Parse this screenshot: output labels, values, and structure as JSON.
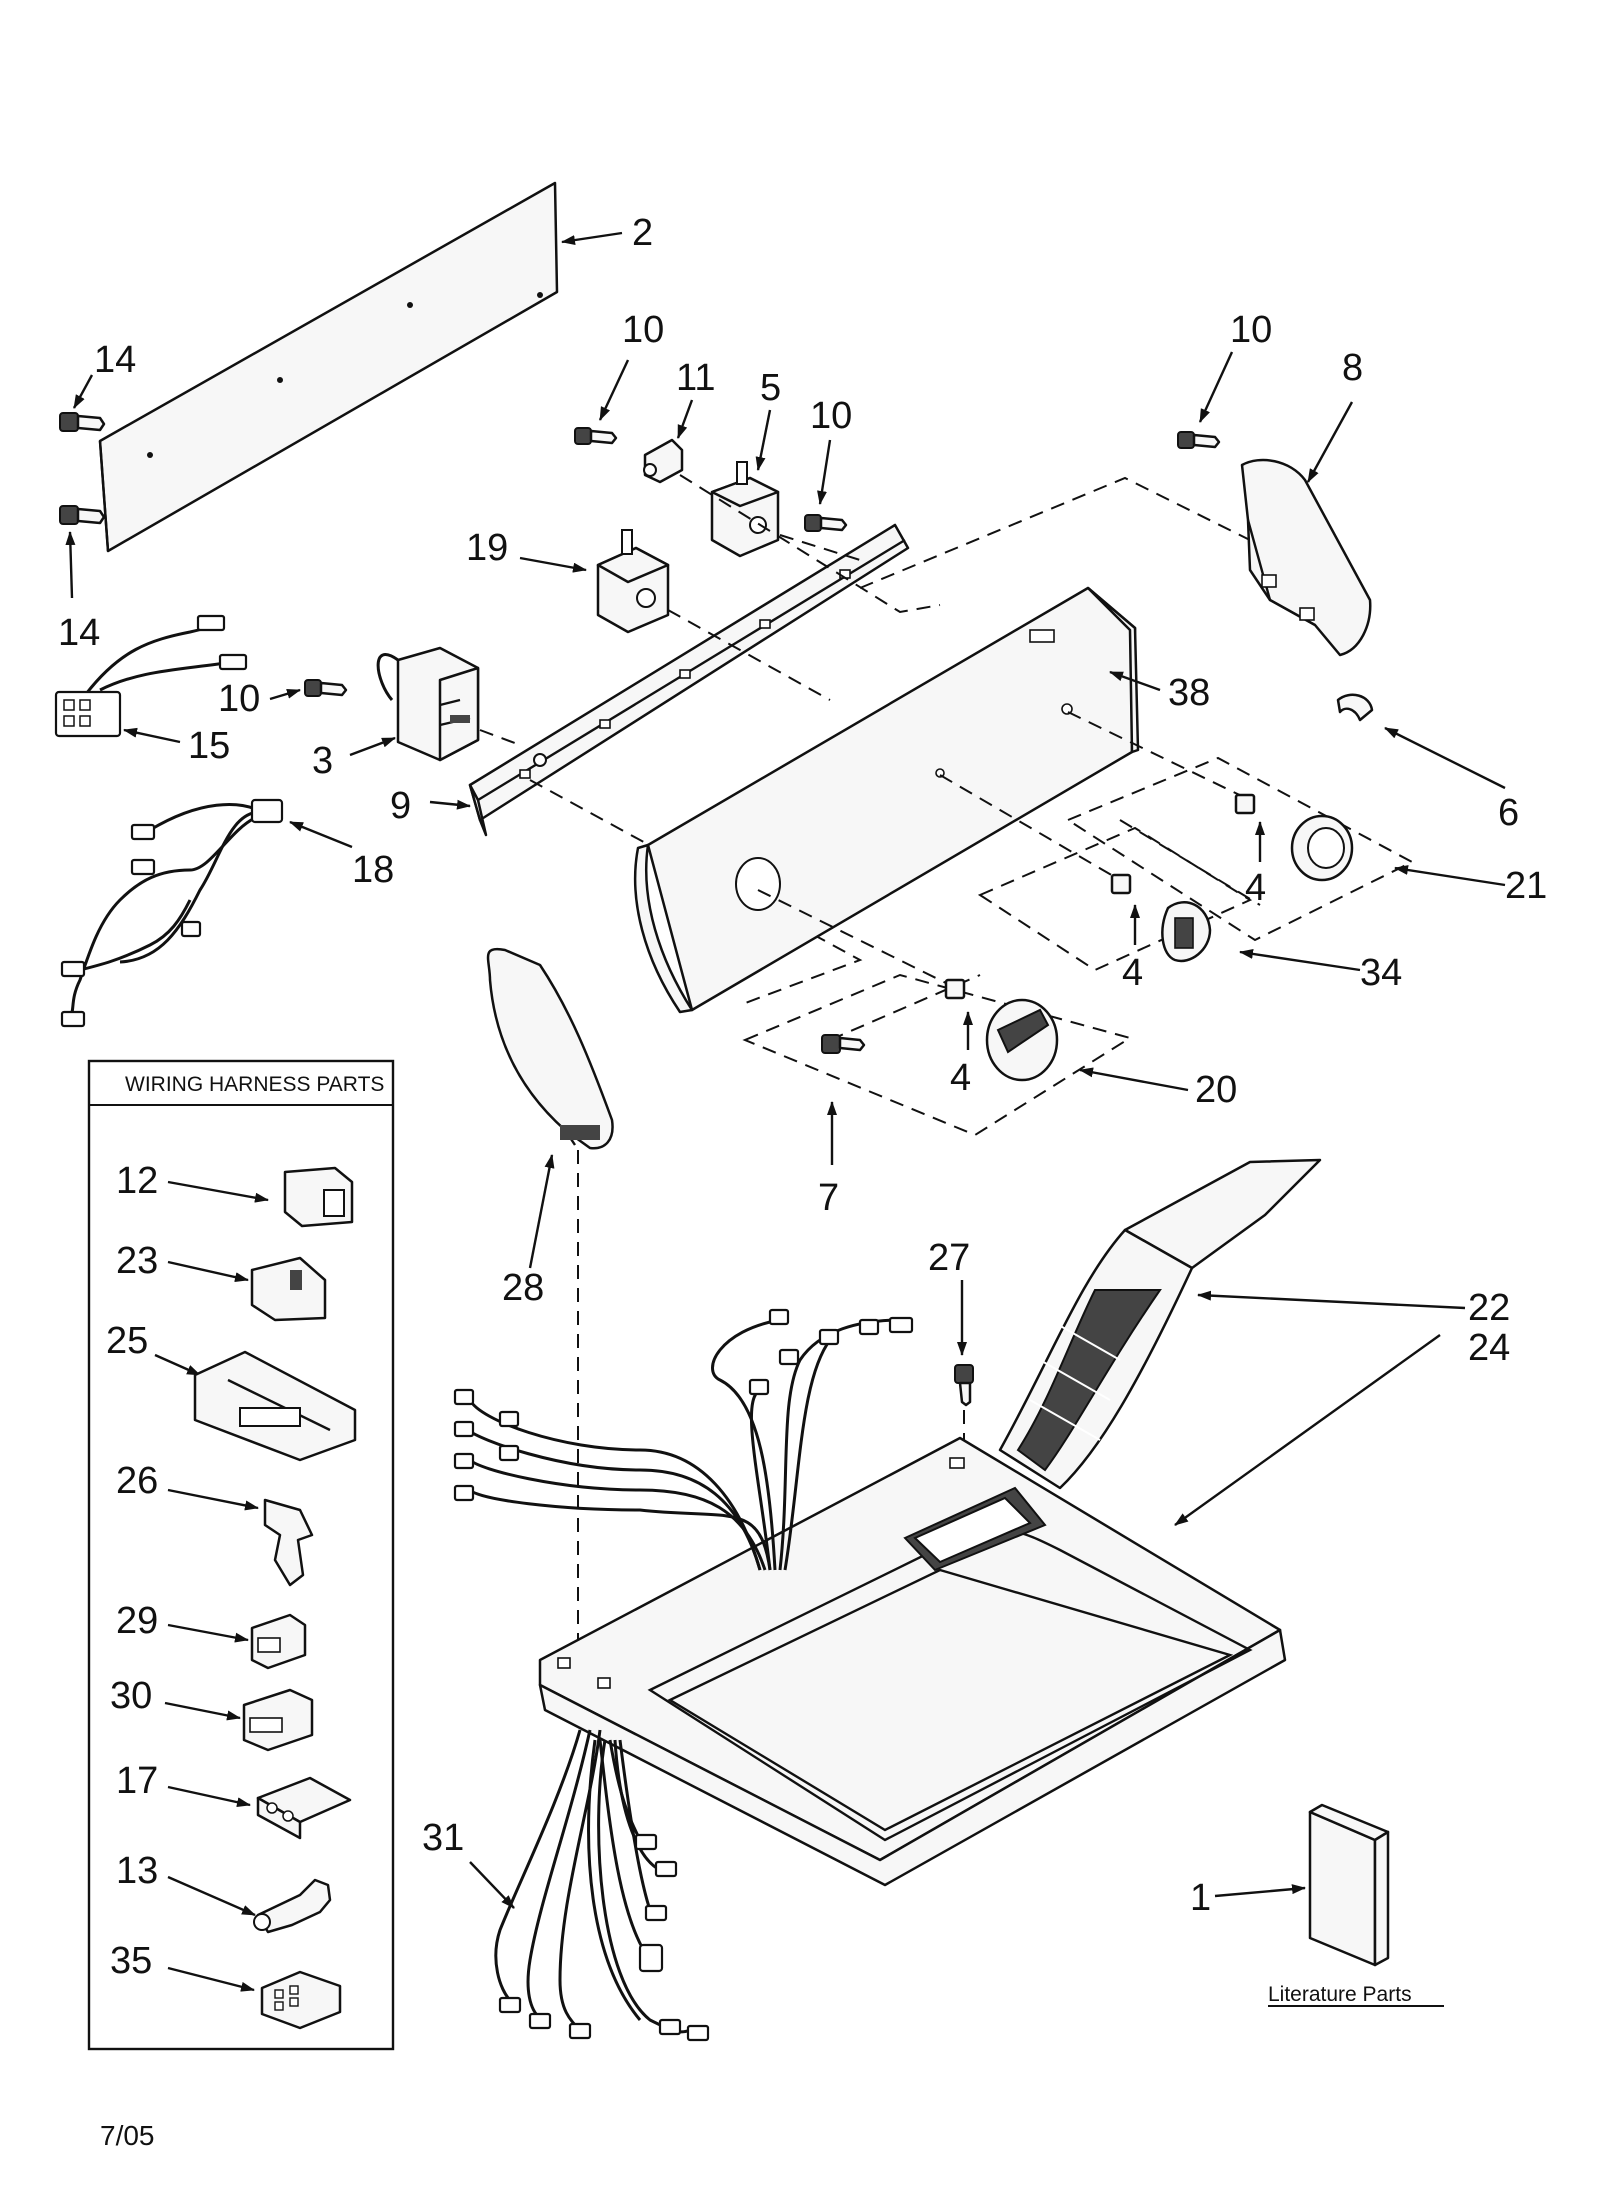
{
  "labels": {
    "p1": "1",
    "p2": "2",
    "p3": "3",
    "p4a": "4",
    "p4b": "4",
    "p4c": "4",
    "p5": "5",
    "p6": "6",
    "p7": "7",
    "p8": "8",
    "p9": "9",
    "p10a": "10",
    "p10b": "10",
    "p10c": "10",
    "p10d": "10",
    "p11": "11",
    "p14a": "14",
    "p14b": "14",
    "p15": "15",
    "p18": "18",
    "p19": "19",
    "p20": "20",
    "p21": "21",
    "p22": "22",
    "p24": "24",
    "p27": "27",
    "p28": "28",
    "p31": "31",
    "p34": "34",
    "p38": "38"
  },
  "harness_box": {
    "title": "WIRING HARNESS PARTS",
    "items": [
      "12",
      "23",
      "25",
      "26",
      "29",
      "30",
      "17",
      "13",
      "35"
    ]
  },
  "literature": "Literature Parts",
  "date": "7/05"
}
